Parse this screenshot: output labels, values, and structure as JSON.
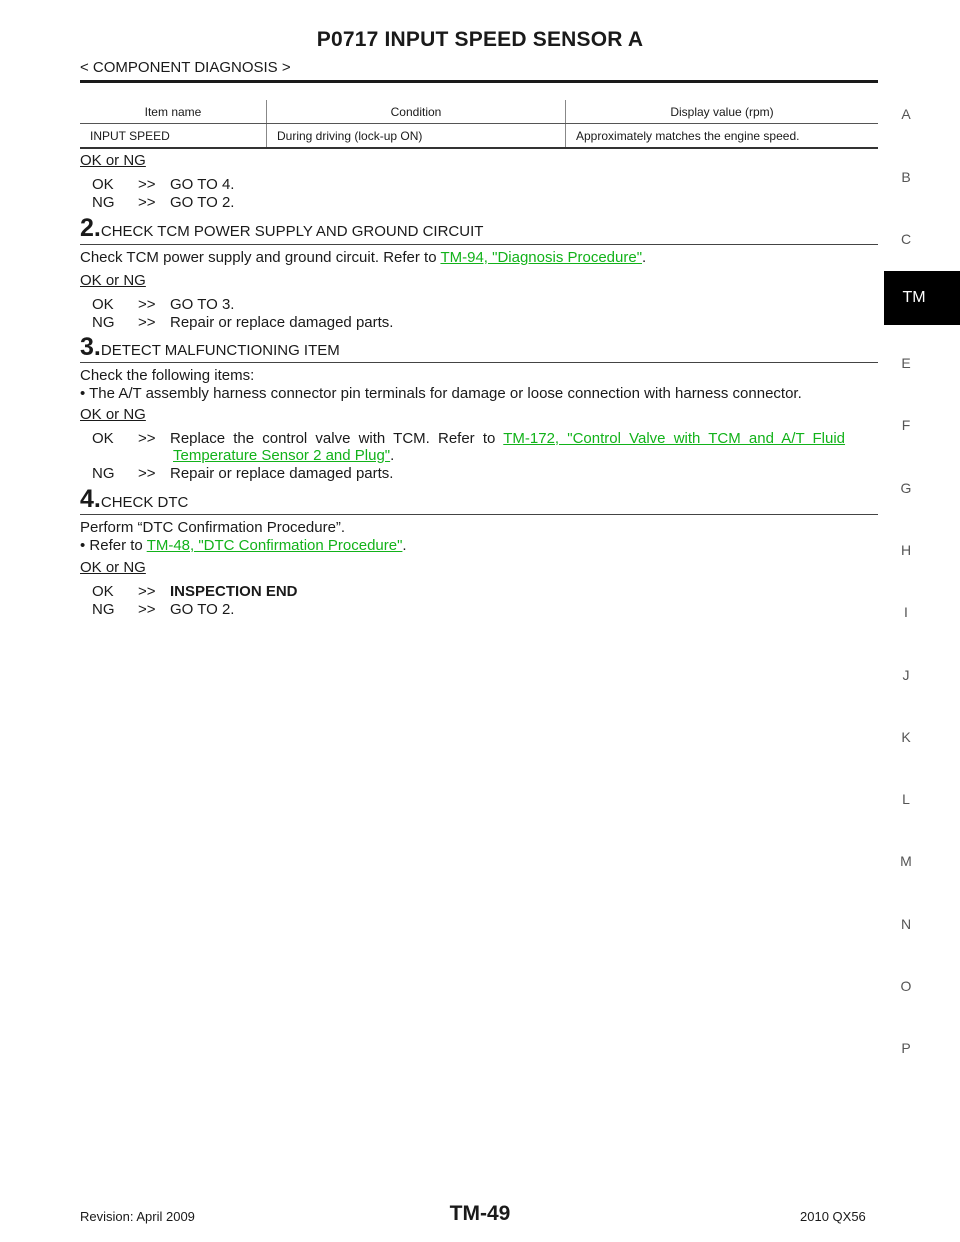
{
  "header": {
    "title": "P0717 INPUT SPEED SENSOR A",
    "subtitle": "< COMPONENT DIAGNOSIS >"
  },
  "table": {
    "columns": [
      "Item name",
      "Condition",
      "Display value (rpm)"
    ],
    "rows": [
      [
        "INPUT SPEED",
        "During driving (lock-up ON)",
        "Approximately matches the engine speed."
      ]
    ]
  },
  "ok_or_ng": "OK or NG",
  "result_1": {
    "ok": {
      "key": "OK",
      "arrow": ">>",
      "text": "GO TO 4."
    },
    "ng": {
      "key": "NG",
      "arrow": ">>",
      "text": "GO TO 2."
    }
  },
  "step2": {
    "num": "2.",
    "title": "CHECK TCM POWER SUPPLY AND GROUND CIRCUIT",
    "body_prefix": "Check TCM power supply and ground circuit. Refer to ",
    "link": "TM-94, \"Diagnosis Procedure\"",
    "body_suffix": ".",
    "ok": {
      "key": "OK",
      "arrow": ">>",
      "text": "GO TO 3."
    },
    "ng": {
      "key": "NG",
      "arrow": ">>",
      "text": "Repair or replace damaged parts."
    }
  },
  "step3": {
    "num": "3.",
    "title": "DETECT MALFUNCTIONING ITEM",
    "body": "Check the following items:",
    "bullet": "•  The A/T assembly harness connector pin terminals for damage or loose connection with harness connector.",
    "ok_prefix": "Replace the control valve with TCM. Refer to ",
    "ok_link_1": "TM-172, \"Control Valve with TCM and A/T Fluid",
    "ok_link_2": "Temperature Sensor 2 and Plug\"",
    "ok_suffix": ".",
    "ok": {
      "key": "OK",
      "arrow": ">>"
    },
    "ng": {
      "key": "NG",
      "arrow": ">>",
      "text": "Repair or replace damaged parts."
    }
  },
  "step4": {
    "num": "4.",
    "title": "CHECK DTC",
    "body": "Perform “DTC Confirmation Procedure”.",
    "bullet_prefix": "•  Refer to ",
    "link": "TM-48, \"DTC Confirmation Procedure\"",
    "bullet_suffix": ".",
    "ok": {
      "key": "OK",
      "arrow": ">>",
      "text": "INSPECTION END"
    },
    "ng": {
      "key": "NG",
      "arrow": ">>",
      "text": "GO TO 2."
    }
  },
  "side_index": {
    "letters": [
      "A",
      "B",
      "C",
      "E",
      "F",
      "G",
      "H",
      "I",
      "J",
      "K",
      "L",
      "M",
      "N",
      "O",
      "P"
    ],
    "active_tab": "TM"
  },
  "footer": {
    "revision": "Revision: April 2009",
    "page": "TM-49",
    "model": "2010 QX56"
  },
  "colors": {
    "link": "#12b21a",
    "tab_bg": "#000000"
  }
}
